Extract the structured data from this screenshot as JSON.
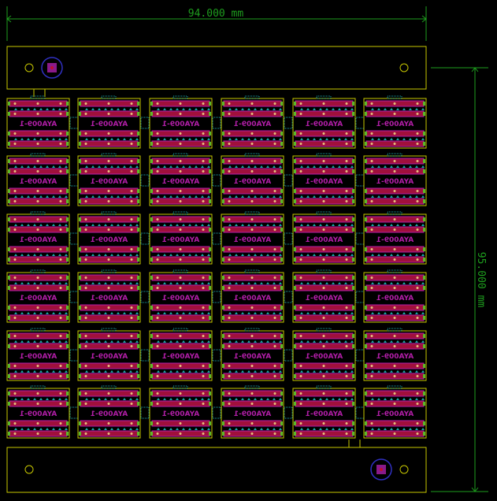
{
  "dimensions": {
    "width_label": "94.000 mm",
    "height_label": "95.000 mm"
  },
  "panel": {
    "rows": 6,
    "columns": 6,
    "module_refs": [
      [
        "AYA009-1",
        "AYA009-1",
        "AYA009-1",
        "AYA009-1",
        "AYA009-1",
        "AYA009-1"
      ],
      [
        "AYA009-1",
        "AYA009-1",
        "AYA009-1",
        "AYA009-1",
        "AYA009-1",
        "AYA009-1"
      ],
      [
        "AYA009-1",
        "AYA009-1",
        "AYA009-1",
        "AYA009-1",
        "AYA009-1",
        "AYA009-1"
      ],
      [
        "AYA009-1",
        "AYA009-1",
        "AYA009-1",
        "AYA009-1",
        "AYA009-1",
        "AYA009-1"
      ],
      [
        "AYA009-1",
        "AYA009-1",
        "AYA009-1",
        "AYA009-1",
        "AYA009-1",
        "AYA009-1"
      ],
      [
        "AYA009-1",
        "AYA009-1",
        "AYA009-1",
        "AYA009-1",
        "AYA009-1",
        "AYA009-1"
      ]
    ]
  },
  "colors": {
    "outline": "#c8c800",
    "dimension": "#1e9e1e",
    "pad_strip": "#a0103c",
    "pad_border": "#b21ea8",
    "pad_end": "#5cb82a",
    "via": "#1aa8a8",
    "fiducial_ring": "#3030c0"
  }
}
